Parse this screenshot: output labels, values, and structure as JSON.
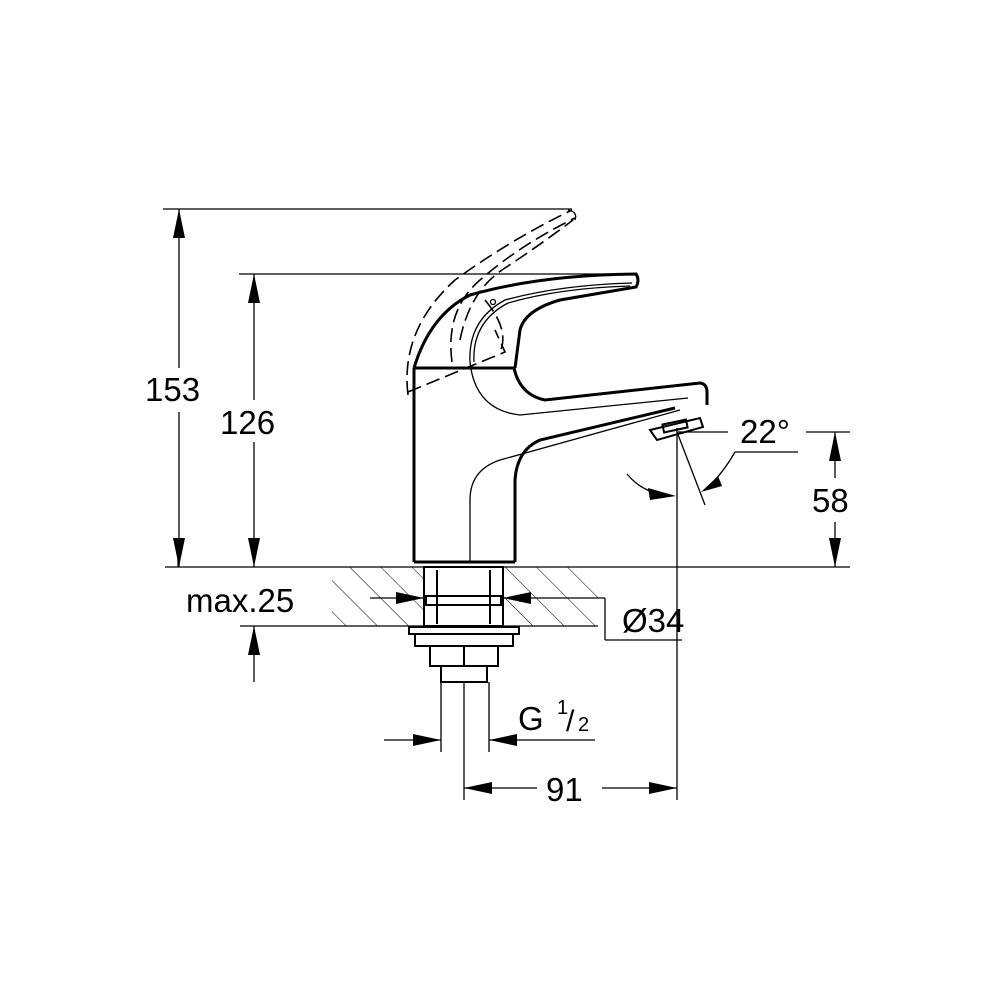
{
  "drawing": {
    "type": "technical dimension drawing",
    "subject": "single-lever basin faucet, side view",
    "line_color": "#000000",
    "background": "#ffffff"
  },
  "dimensions": {
    "height_lever_open": "153",
    "height_lever_closed": "126",
    "spout_height": "58",
    "spout_angle": "22°",
    "max_deck_thickness": "max.25",
    "hole_diameter": "Ø34",
    "thread_prefix": "G",
    "thread_num": "1",
    "thread_den": "2",
    "projection": "91"
  }
}
